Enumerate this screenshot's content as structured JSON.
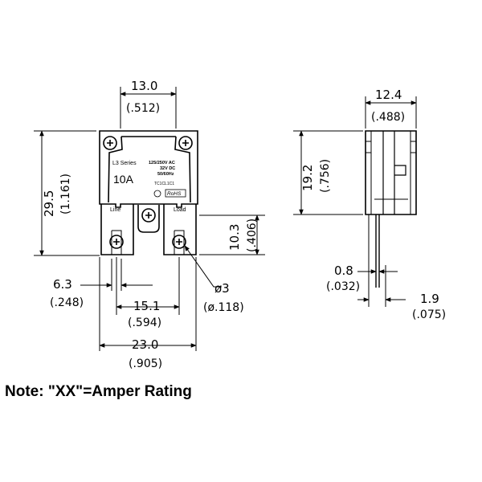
{
  "front_view": {
    "body_width": "13.0",
    "body_width_in": "(.512)",
    "height": "29.5",
    "height_in": "(1.161)",
    "terminal_height": "10.3",
    "terminal_height_in": "(.406)",
    "terminal_width": "6.3",
    "terminal_width_in": "(.248)",
    "terminal_spacing": "15.1",
    "terminal_spacing_in": "(.594)",
    "overall_width": "23.0",
    "overall_width_in": "(.905)",
    "hole_diameter": "ø3",
    "hole_diameter_in": "(ø.118)"
  },
  "label": {
    "series": "L3 Series",
    "rating": "10A",
    "voltage_ac": "125/250V AC",
    "voltage_dc": "32V DC",
    "frequency": "50/60Hz",
    "approval": "TC1CL1C1",
    "rohs": "RoHS",
    "line": "Line",
    "load": "Load"
  },
  "side_view": {
    "width": "12.4",
    "width_in": "(.488)",
    "height": "19.2",
    "height_in": "(.756)",
    "thickness": "0.8",
    "thickness_in": "(.032)",
    "offset": "1.9",
    "offset_in": "(.075)"
  },
  "note": "Note: \"XX\"=Amper Rating"
}
